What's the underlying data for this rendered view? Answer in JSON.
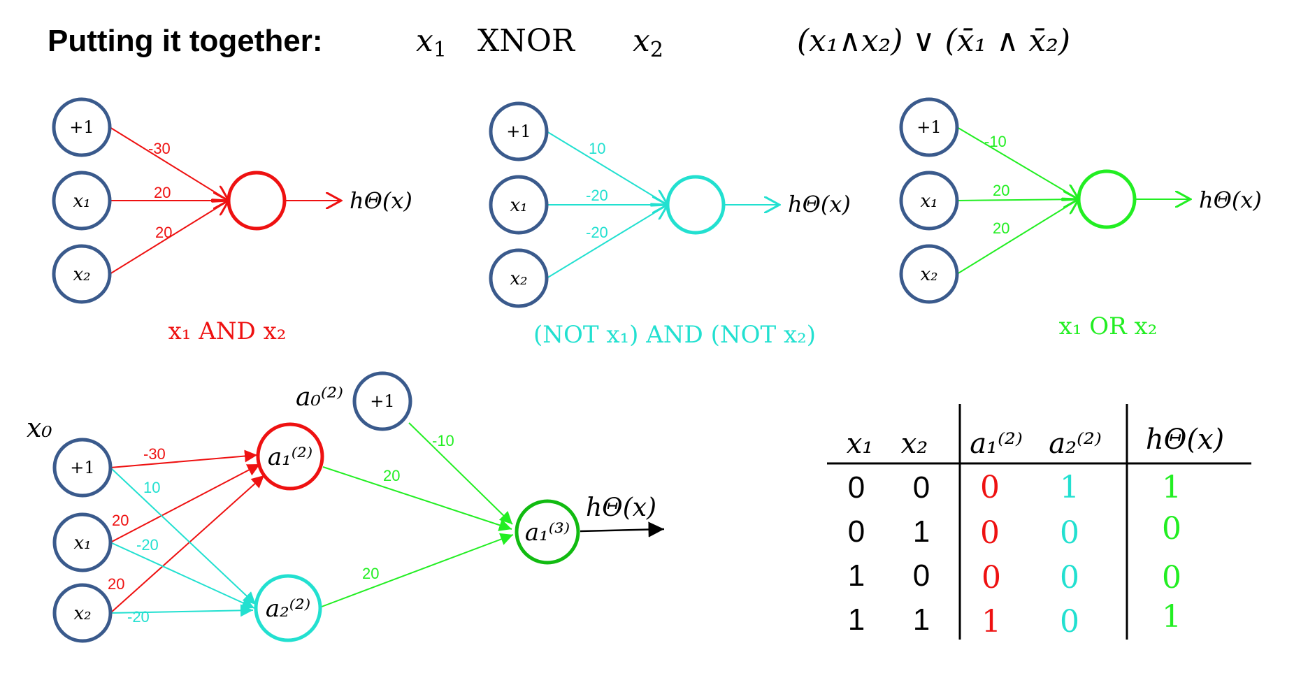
{
  "title": {
    "label": "Putting it together:",
    "x1": "x",
    "x1_sub": "1",
    "op": "XNOR",
    "x2": "x",
    "x2_sub": "2",
    "formula": "(x₁∧x₂) ∨ (x̄₁ ∧ x̄₂)"
  },
  "colors": {
    "and": "#ee1111",
    "nor": "#22e0d0",
    "or": "#22ee22",
    "out": "#11bb11",
    "node_border": "#3a5a8c",
    "text": "#000000"
  },
  "networks": {
    "and": {
      "caption": "x₁ AND x₂",
      "bias_label": "+1",
      "x1_label": "x₁",
      "x2_label": "x₂",
      "output_label": "hΘ(x)",
      "weights": [
        "-30",
        "20",
        "20"
      ]
    },
    "nor": {
      "caption": "(NOT x₁) AND (NOT x₂)",
      "bias_label": "+1",
      "x1_label": "x₁",
      "x2_label": "x₂",
      "output_label": "hΘ(x)",
      "weights": [
        "10",
        "-20",
        "-20"
      ]
    },
    "or": {
      "caption": "x₁ OR x₂",
      "bias_label": "+1",
      "x1_label": "x₁",
      "x2_label": "x₂",
      "output_label": "hΘ(x)",
      "weights": [
        "-10",
        "20",
        "20"
      ]
    }
  },
  "combined": {
    "x0_label": "x₀",
    "bias_label": "+1",
    "x1_label": "x₁",
    "x2_label": "x₂",
    "a0_label": "a₀⁽²⁾",
    "hidden_bias_label": "+1",
    "a1_label": "a₁⁽²⁾",
    "a2_label": "a₂⁽²⁾",
    "a3_label": "a₁⁽³⁾",
    "output_label": "hΘ(x)",
    "weights_and": [
      "-30",
      "20",
      "20"
    ],
    "weights_nor": [
      "10",
      "-20",
      "-20"
    ],
    "weights_or": [
      "-10",
      "20",
      "20"
    ]
  },
  "truth_table": {
    "headers": [
      "x₁",
      "x₂",
      "a₁⁽²⁾",
      "a₂⁽²⁾",
      "hΘ(x)"
    ],
    "rows": [
      [
        "0",
        "0",
        "0",
        "1",
        "1"
      ],
      [
        "0",
        "1",
        "0",
        "0",
        "0"
      ],
      [
        "1",
        "0",
        "0",
        "0",
        "0"
      ],
      [
        "1",
        "1",
        "1",
        "0",
        "1"
      ]
    ]
  }
}
